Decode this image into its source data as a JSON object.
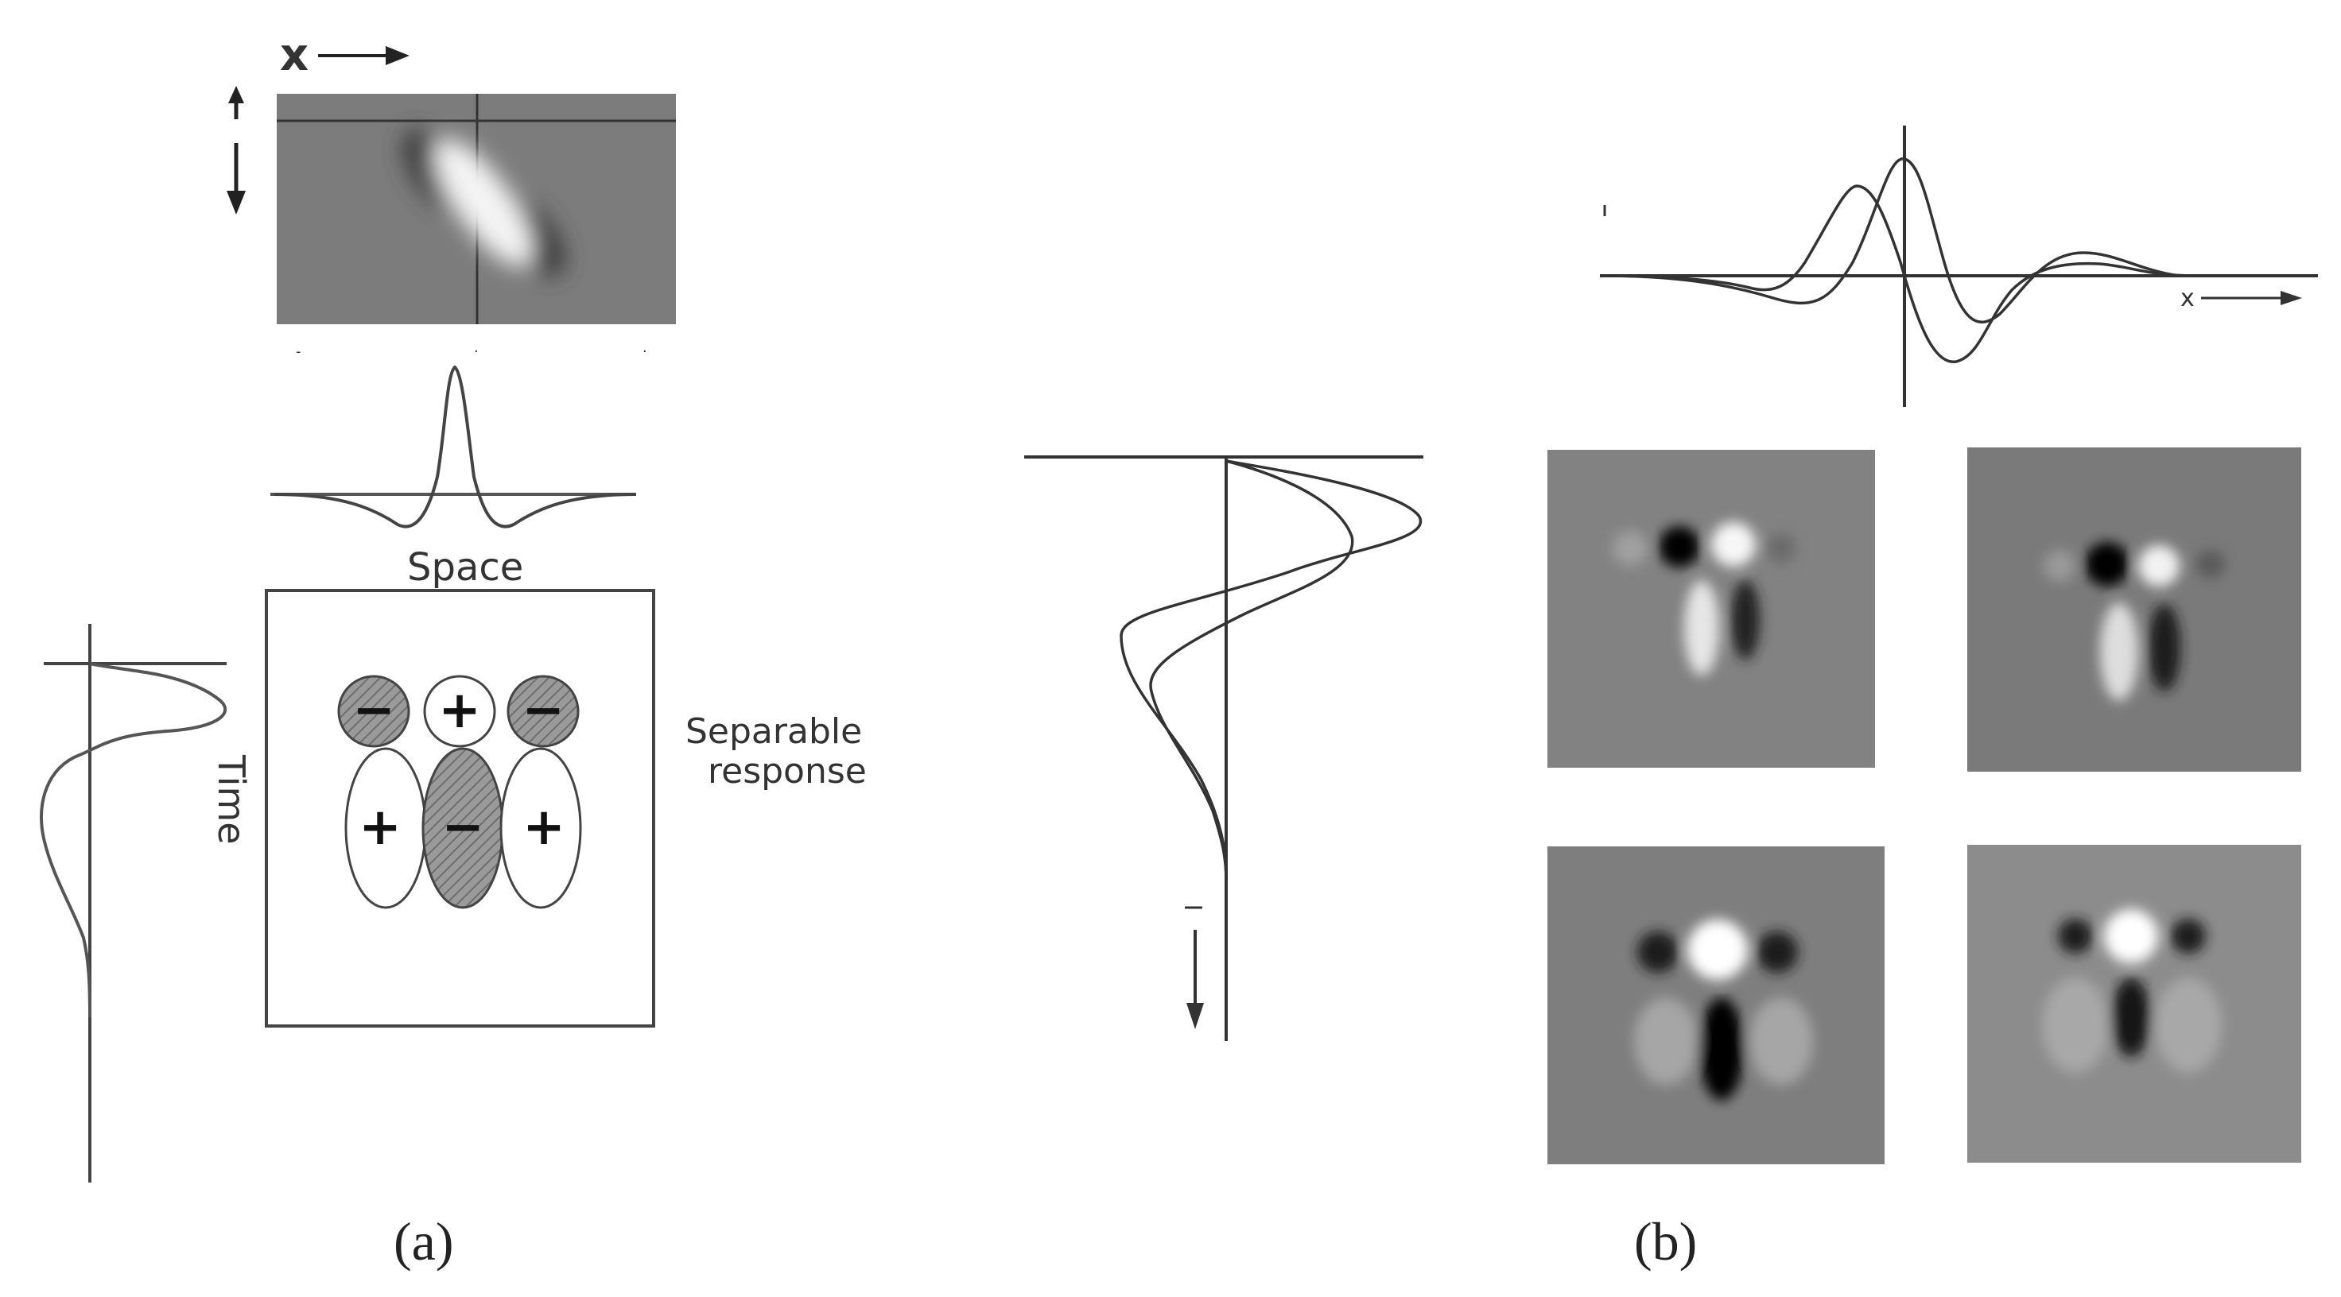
{
  "panel_a": {
    "x_axis_label": "x",
    "space_label": "Space",
    "time_label": "Time",
    "response_label_line1": "Separable",
    "response_label_line2": "response",
    "top_row_signs": [
      "−",
      "+",
      "−"
    ],
    "bottom_row_signs": [
      "+",
      "−",
      "+"
    ],
    "caption": "(a)"
  },
  "panel_b": {
    "x_axis_label": "x",
    "caption": "(b)"
  },
  "colors": {
    "line": "#333333",
    "hatched_fill": "#8c8c8c",
    "image_gray": "#7a7a7a"
  }
}
